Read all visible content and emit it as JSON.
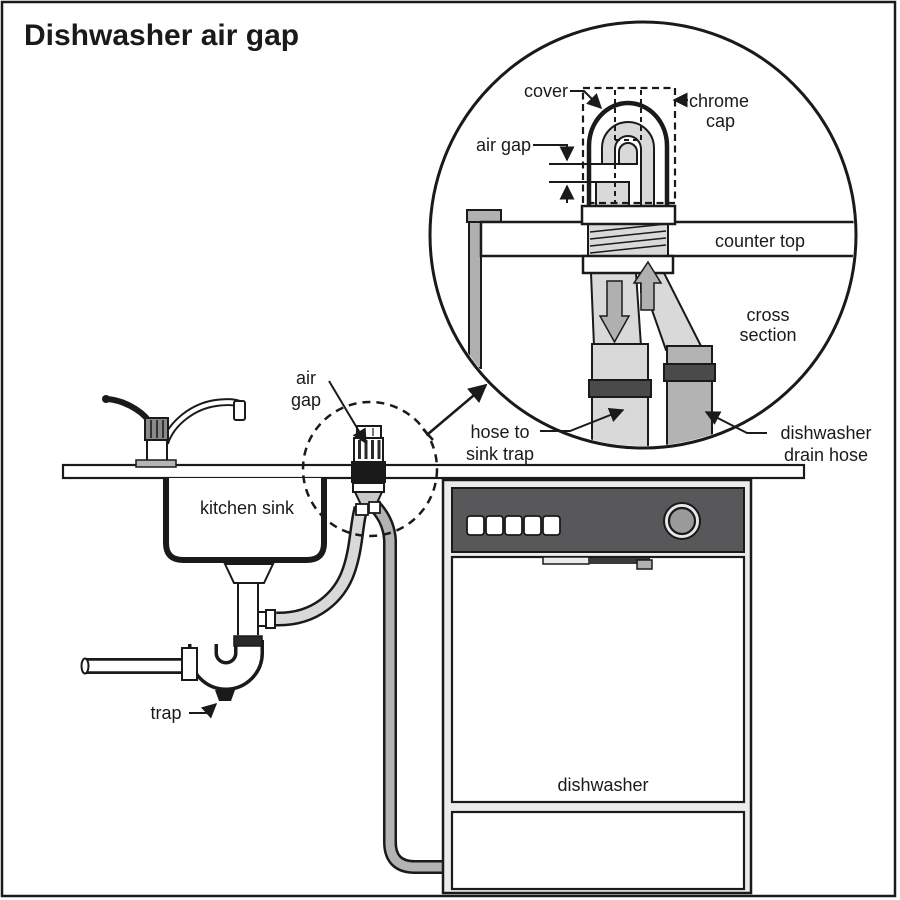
{
  "title": "Dishwasher air gap",
  "colors": {
    "line": "#1a1a1a",
    "light_gray": "#d9d9d9",
    "mid_gray": "#b0b0b0",
    "hose_gray": "#b3b3b3",
    "clamp_dark": "#4a4a4a",
    "panel_gray": "#58585a",
    "white": "#ffffff"
  },
  "icons": {
    "flow_down_arrow": "thick gray down arrow (water to drain)",
    "flow_up_arrow": "thick gray up arrow (water from dishwasher)",
    "leader_arrowhead": "solid black triangle arrowhead"
  },
  "inset": {
    "labels": {
      "cover": "cover",
      "chrome_cap_line1": "chrome",
      "chrome_cap_line2": "cap",
      "air_gap": "air gap",
      "counter_top": "counter top",
      "cross_section_line1": "cross",
      "cross_section_line2": "section",
      "hose_to_sink_trap_line1": "hose to",
      "hose_to_sink_trap_line2": "sink trap",
      "dishwasher_drain_hose_line1": "dishwasher",
      "dishwasher_drain_hose_line2": "drain hose"
    }
  },
  "main": {
    "labels": {
      "air_gap_line1": "air",
      "air_gap_line2": "gap",
      "kitchen_sink": "kitchen sink",
      "trap": "trap",
      "dishwasher": "dishwasher"
    }
  }
}
